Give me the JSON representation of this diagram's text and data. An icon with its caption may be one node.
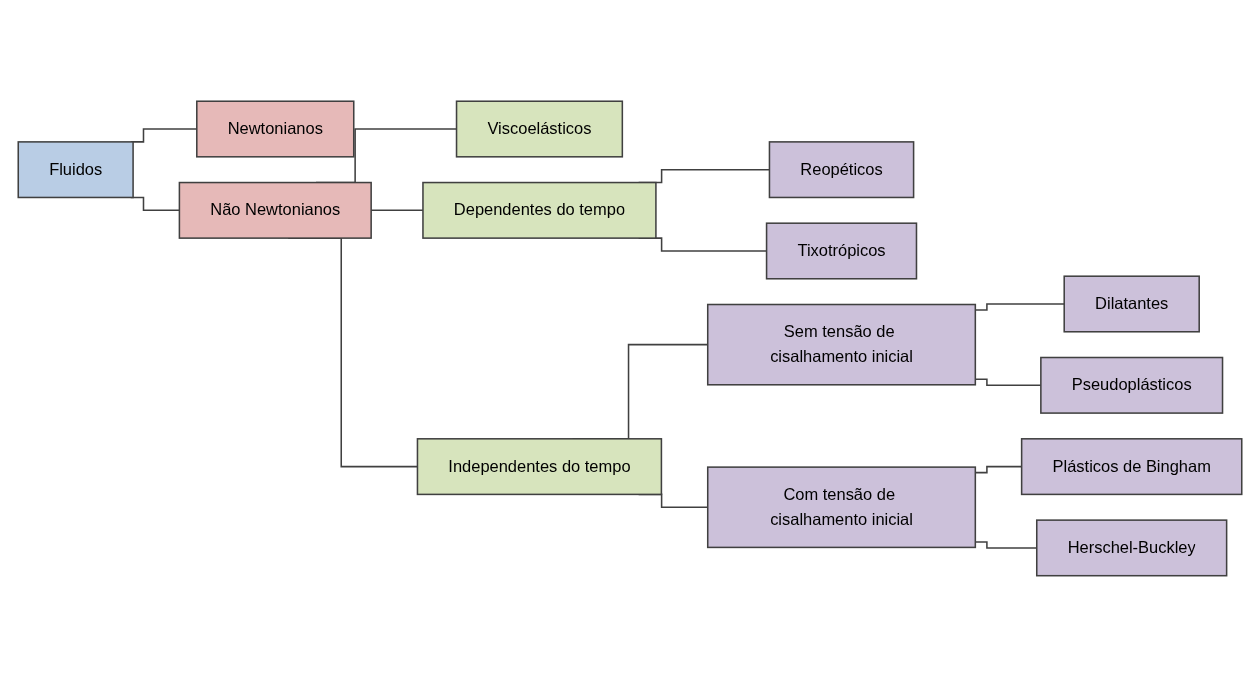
{
  "diagram": {
    "nodes": [
      {
        "text": [
          "Fluidos"
        ]
      },
      {
        "text": [
          "Newtonianos"
        ]
      },
      {
        "text": [
          "Não Newtonianos"
        ]
      },
      {
        "text": [
          "Viscoelásticos"
        ]
      },
      {
        "text": [
          "Dependentes do tempo"
        ]
      },
      {
        "text": [
          "Reopéticos"
        ]
      },
      {
        "text": [
          "Tixotrópicos"
        ]
      },
      {
        "text": [
          "Independentes do tempo"
        ]
      },
      {
        "text": [
          "Sem tensão de cisalhamento inicial"
        ]
      },
      {
        "text": [
          "Dilatantes"
        ]
      },
      {
        "text": [
          "Pseudoplásticos"
        ]
      },
      {
        "text": [
          "Com tensão de cisalhamento inicial"
        ]
      },
      {
        "text": [
          "Plásticos de Bingham"
        ]
      },
      {
        "text": [
          "Herschel-Buckley"
        ]
      }
    ],
    "edges": [
      {
        "from": 0,
        "to": 1,
        "arrow": "none"
      },
      {
        "from": 0,
        "to": 2,
        "arrow": "none"
      },
      {
        "from": 2,
        "to": 3,
        "arrow": "none"
      },
      {
        "from": 2,
        "to": 4,
        "arrow": "none"
      },
      {
        "from": 2,
        "to": 7,
        "arrow": "none"
      },
      {
        "from": 4,
        "to": 5,
        "arrow": "none"
      },
      {
        "from": 4,
        "to": 6,
        "arrow": "none"
      },
      {
        "from": 7,
        "to": 8,
        "arrow": "none"
      },
      {
        "from": 7,
        "to": 11,
        "arrow": "none"
      },
      {
        "from": 8,
        "to": 9,
        "arrow": "none"
      },
      {
        "from": 8,
        "to": 10,
        "arrow": "none"
      },
      {
        "from": 11,
        "to": 12,
        "arrow": "none"
      },
      {
        "from": 11,
        "to": 13,
        "arrow": "none"
      }
    ]
  }
}
